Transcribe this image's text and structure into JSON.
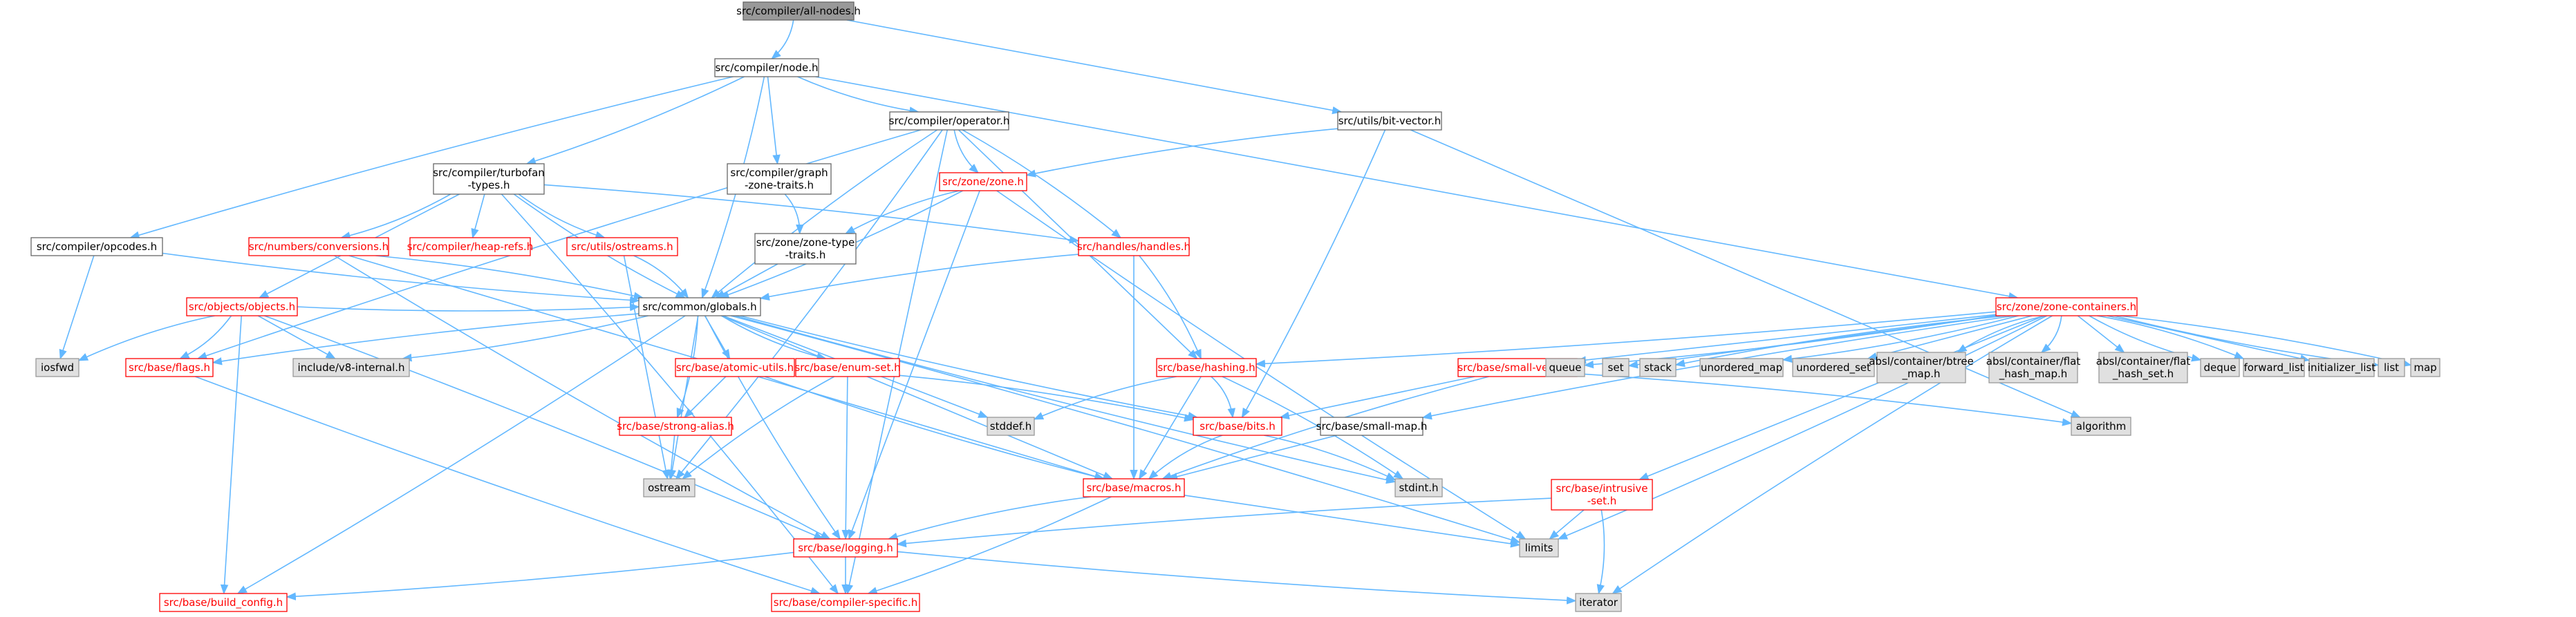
{
  "colors": {
    "edge": "#63b8ff",
    "focus_fill": "#999999",
    "normal_border": "#666666",
    "red_border": "#ff0000",
    "sys_fill": "#e0e0e0",
    "sys_border": "#999999",
    "red_text": "#ff0000",
    "normal_text": "#000000"
  },
  "nodes": [
    {
      "id": "all_nodes",
      "label": "src/compiler/all-nodes.h",
      "style": "focus"
    },
    {
      "id": "node_h",
      "label": "src/compiler/node.h",
      "style": "normal"
    },
    {
      "id": "bitvector",
      "label": "src/utils/bit-vector.h",
      "style": "normal"
    },
    {
      "id": "operator",
      "label": "src/compiler/operator.h",
      "style": "normal"
    },
    {
      "id": "turbofan",
      "label": "src/compiler/turbofan\n-types.h",
      "style": "normal"
    },
    {
      "id": "graphzone",
      "label": "src/compiler/graph\n-zone-traits.h",
      "style": "normal"
    },
    {
      "id": "zone",
      "label": "src/zone/zone.h",
      "style": "red"
    },
    {
      "id": "zonetype",
      "label": "src/zone/zone-type\n-traits.h",
      "style": "normal"
    },
    {
      "id": "opcodes",
      "label": "src/compiler/opcodes.h",
      "style": "normal"
    },
    {
      "id": "conversions",
      "label": "src/numbers/conversions.h",
      "style": "red"
    },
    {
      "id": "heaprefs",
      "label": "src/compiler/heap-refs.h",
      "style": "red"
    },
    {
      "id": "ostreams",
      "label": "src/utils/ostreams.h",
      "style": "red"
    },
    {
      "id": "handles",
      "label": "src/handles/handles.h",
      "style": "red"
    },
    {
      "id": "objects",
      "label": "src/objects/objects.h",
      "style": "red"
    },
    {
      "id": "globals",
      "label": "src/common/globals.h",
      "style": "normal"
    },
    {
      "id": "zonecontainers",
      "label": "src/zone/zone-containers.h",
      "style": "red"
    },
    {
      "id": "iosfwd",
      "label": "iosfwd",
      "style": "sys"
    },
    {
      "id": "flags",
      "label": "src/base/flags.h",
      "style": "red"
    },
    {
      "id": "v8internal",
      "label": "include/v8-internal.h",
      "style": "sys"
    },
    {
      "id": "atomicutils",
      "label": "src/base/atomic-utils.h",
      "style": "red"
    },
    {
      "id": "enumset",
      "label": "src/base/enum-set.h",
      "style": "red"
    },
    {
      "id": "hashing",
      "label": "src/base/hashing.h",
      "style": "red"
    },
    {
      "id": "smallvector",
      "label": "src/base/small-vector.h",
      "style": "red"
    },
    {
      "id": "queue",
      "label": "queue",
      "style": "sys"
    },
    {
      "id": "set",
      "label": "set",
      "style": "sys"
    },
    {
      "id": "stack",
      "label": "stack",
      "style": "sys"
    },
    {
      "id": "unordered_map",
      "label": "unordered_map",
      "style": "sys"
    },
    {
      "id": "unordered_set",
      "label": "unordered_set",
      "style": "sys"
    },
    {
      "id": "btree",
      "label": "absl/container/btree\n_map.h",
      "style": "sys"
    },
    {
      "id": "flathashmap",
      "label": "absl/container/flat\n_hash_map.h",
      "style": "sys"
    },
    {
      "id": "flathashset",
      "label": "absl/container/flat\n_hash_set.h",
      "style": "sys"
    },
    {
      "id": "deque",
      "label": "deque",
      "style": "sys"
    },
    {
      "id": "forward_list",
      "label": "forward_list",
      "style": "sys"
    },
    {
      "id": "initializer_list",
      "label": "initializer_list",
      "style": "sys"
    },
    {
      "id": "list",
      "label": "list",
      "style": "sys"
    },
    {
      "id": "map",
      "label": "map",
      "style": "sys"
    },
    {
      "id": "strongalias",
      "label": "src/base/strong-alias.h",
      "style": "red"
    },
    {
      "id": "stddef",
      "label": "stddef.h",
      "style": "sys"
    },
    {
      "id": "bits",
      "label": "src/base/bits.h",
      "style": "red"
    },
    {
      "id": "smallmap",
      "label": "src/base/small-map.h",
      "style": "normal"
    },
    {
      "id": "algorithm",
      "label": "algorithm",
      "style": "sys"
    },
    {
      "id": "ostream",
      "label": "ostream",
      "style": "sys"
    },
    {
      "id": "macros",
      "label": "src/base/macros.h",
      "style": "red"
    },
    {
      "id": "stdint",
      "label": "stdint.h",
      "style": "sys"
    },
    {
      "id": "intrusiveset",
      "label": "src/base/intrusive\n-set.h",
      "style": "red"
    },
    {
      "id": "limits",
      "label": "limits",
      "style": "sys"
    },
    {
      "id": "logging",
      "label": "src/base/logging.h",
      "style": "red"
    },
    {
      "id": "buildconfig",
      "label": "src/base/build_config.h",
      "style": "red"
    },
    {
      "id": "compilerspecific",
      "label": "src/base/compiler-specific.h",
      "style": "red"
    },
    {
      "id": "iterator",
      "label": "iterator",
      "style": "sys"
    }
  ],
  "edges": [
    [
      "all_nodes",
      "node_h"
    ],
    [
      "all_nodes",
      "bitvector"
    ],
    [
      "node_h",
      "operator"
    ],
    [
      "node_h",
      "turbofan"
    ],
    [
      "node_h",
      "graphzone"
    ],
    [
      "node_h",
      "opcodes"
    ],
    [
      "node_h",
      "globals"
    ],
    [
      "node_h",
      "zonecontainers"
    ],
    [
      "bitvector",
      "zone"
    ],
    [
      "bitvector",
      "bits"
    ],
    [
      "bitvector",
      "algorithm"
    ],
    [
      "operator",
      "zone"
    ],
    [
      "operator",
      "handles"
    ],
    [
      "operator",
      "hashing"
    ],
    [
      "operator",
      "globals"
    ],
    [
      "operator",
      "ostream"
    ],
    [
      "operator",
      "compilerspecific"
    ],
    [
      "operator",
      "flags"
    ],
    [
      "graphzone",
      "zonetype"
    ],
    [
      "zonetype",
      "globals"
    ],
    [
      "zone",
      "zonetype"
    ],
    [
      "zone",
      "globals"
    ],
    [
      "zone",
      "logging"
    ],
    [
      "zone",
      "limits"
    ],
    [
      "turbofan",
      "conversions"
    ],
    [
      "turbofan",
      "heaprefs"
    ],
    [
      "turbofan",
      "ostreams"
    ],
    [
      "turbofan",
      "handles"
    ],
    [
      "turbofan",
      "objects"
    ],
    [
      "turbofan",
      "globals"
    ],
    [
      "turbofan",
      "compilerspecific"
    ],
    [
      "opcodes",
      "iosfwd"
    ],
    [
      "opcodes",
      "globals"
    ],
    [
      "conversions",
      "globals"
    ],
    [
      "conversions",
      "macros"
    ],
    [
      "conversions",
      "logging"
    ],
    [
      "ostreams",
      "globals"
    ],
    [
      "ostreams",
      "ostream"
    ],
    [
      "handles",
      "globals"
    ],
    [
      "handles",
      "hashing"
    ],
    [
      "handles",
      "macros"
    ],
    [
      "objects",
      "iosfwd"
    ],
    [
      "objects",
      "flags"
    ],
    [
      "objects",
      "v8internal"
    ],
    [
      "objects",
      "globals"
    ],
    [
      "objects",
      "logging"
    ],
    [
      "objects",
      "buildconfig"
    ],
    [
      "globals",
      "flags"
    ],
    [
      "globals",
      "v8internal"
    ],
    [
      "globals",
      "atomicutils"
    ],
    [
      "globals",
      "enumset"
    ],
    [
      "globals",
      "strongalias"
    ],
    [
      "globals",
      "macros"
    ],
    [
      "globals",
      "logging"
    ],
    [
      "globals",
      "buildconfig"
    ],
    [
      "globals",
      "stddef"
    ],
    [
      "globals",
      "stdint"
    ],
    [
      "globals",
      "limits"
    ],
    [
      "globals",
      "ostream"
    ],
    [
      "globals",
      "bits"
    ],
    [
      "zonecontainers",
      "hashing"
    ],
    [
      "zonecontainers",
      "smallvector"
    ],
    [
      "zonecontainers",
      "smallmap"
    ],
    [
      "zonecontainers",
      "queue"
    ],
    [
      "zonecontainers",
      "set"
    ],
    [
      "zonecontainers",
      "stack"
    ],
    [
      "zonecontainers",
      "unordered_map"
    ],
    [
      "zonecontainers",
      "unordered_set"
    ],
    [
      "zonecontainers",
      "btree"
    ],
    [
      "zonecontainers",
      "flathashmap"
    ],
    [
      "zonecontainers",
      "flathashset"
    ],
    [
      "zonecontainers",
      "deque"
    ],
    [
      "zonecontainers",
      "forward_list"
    ],
    [
      "zonecontainers",
      "initializer_list"
    ],
    [
      "zonecontainers",
      "list"
    ],
    [
      "zonecontainers",
      "map"
    ],
    [
      "zonecontainers",
      "intrusiveset"
    ],
    [
      "zonecontainers",
      "iterator"
    ],
    [
      "zonecontainers",
      "limits"
    ],
    [
      "atomicutils",
      "strongalias"
    ],
    [
      "atomicutils",
      "macros"
    ],
    [
      "enumset",
      "bits"
    ],
    [
      "enumset",
      "logging"
    ],
    [
      "enumset",
      "ostream"
    ],
    [
      "hashing",
      "bits"
    ],
    [
      "hashing",
      "macros"
    ],
    [
      "hashing",
      "stddef"
    ],
    [
      "hashing",
      "stdint"
    ],
    [
      "smallvector",
      "bits"
    ],
    [
      "smallvector",
      "macros"
    ],
    [
      "smallvector",
      "algorithm"
    ],
    [
      "strongalias",
      "ostream"
    ],
    [
      "bits",
      "macros"
    ],
    [
      "bits",
      "stdint"
    ],
    [
      "smallmap",
      "macros"
    ],
    [
      "macros",
      "logging"
    ],
    [
      "macros",
      "compilerspecific"
    ],
    [
      "macros",
      "limits"
    ],
    [
      "intrusiveset",
      "logging"
    ],
    [
      "intrusiveset",
      "iterator"
    ],
    [
      "intrusiveset",
      "limits"
    ],
    [
      "flags",
      "compilerspecific"
    ],
    [
      "logging",
      "buildconfig"
    ],
    [
      "logging",
      "compilerspecific"
    ],
    [
      "logging",
      "iterator"
    ]
  ]
}
